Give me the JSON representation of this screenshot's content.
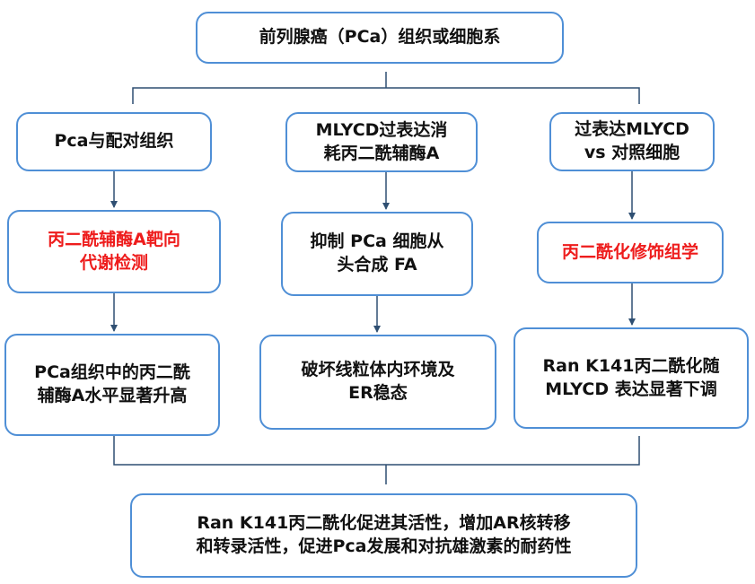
{
  "colors": {
    "border": "#4f8fd6",
    "connector": "#2f4f72",
    "text": "#111111",
    "highlight": "#ee1c1c"
  },
  "top": {
    "label": "前列腺癌（PCa）组织或细胞系"
  },
  "columns": [
    {
      "header": "Pca与配对组织",
      "method": "丙二酰辅酶A靶向\n代谢检测",
      "result": "PCa组织中的丙二酰\n辅酶A水平显著升高"
    },
    {
      "header": "MLYCD过表达消\n耗丙二酰辅酶A",
      "method": "抑制 PCa 细胞从\n头合成 FA",
      "result": "破坏线粒体内环境及\nER稳态"
    },
    {
      "header": "过表达MLYCD\nvs 对照细胞",
      "method": "丙二酰化修饰组学",
      "result": "Ran K141丙二酰化随\nMLYCD 表达显著下调"
    }
  ],
  "conclusion": {
    "label": "Ran K141丙二酰化促进其活性，增加AR核转移\n和转录活性，促进Pca发展和对抗雄激素的耐药性"
  }
}
